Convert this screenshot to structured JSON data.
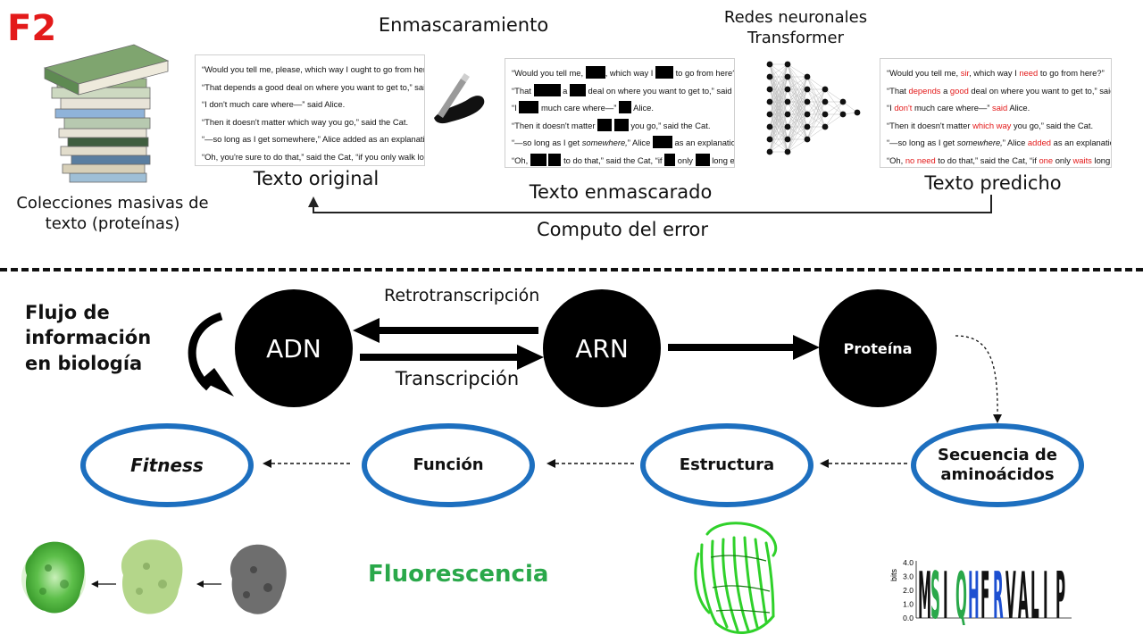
{
  "figure_label": "F2",
  "top": {
    "masking_label": "Enmascaramiento",
    "transformer_label_1": "Redes neuronales",
    "transformer_label_2": "Transformer",
    "books_caption_1": "Colecciones masivas de",
    "books_caption_2": "texto (proteínas)",
    "original_caption": "Texto original",
    "masked_caption": "Texto enmascarado",
    "predicted_caption": "Texto predicho",
    "error_caption": "Computo del error",
    "original_text": [
      "“Would you tell me, please, which way I ought to go from here?”",
      "“That depends a good deal on where you want to get to,” said the Cat.",
      "“I don't much care where—” said Alice.",
      "“Then it doesn't matter which way you go,” said the Cat.",
      "“—so long as I get somewhere,” Alice added as an explanation.",
      "“Oh, you're sure to do that,” said the Cat, “if you only walk long enough.”"
    ],
    "masked_text": {
      "l1a": "“Would you tell me,",
      "l1b": ", which way I",
      "l1c": "to go from here?”",
      "l2a": "“That",
      "l2b": "a",
      "l2c": "deal on where you want to get to,” said the Cat.",
      "l3a": "“I",
      "l3b": "much care where—”",
      "l3c": "Alice.",
      "l4a": "“Then it doesn't matter",
      "l4b": "you go,” said the Cat.",
      "l5a": "“—so long as I get",
      "l5b": "somewhere,",
      "l5c": "” Alice",
      "l5d": "as an explanation.",
      "l6a": "“Oh,",
      "l6b": "to do that,” said the Cat, “if",
      "l6c": "only",
      "l6d": "long enough.”"
    },
    "predicted_text": {
      "l1a": "“Would you tell me,",
      "l1r": "sir",
      "l1b": ", which way I",
      "l1r2": "need",
      "l1c": "to go from here?”",
      "l2a": "“That",
      "l2r": "depends",
      "l2b": "a",
      "l2r2": "good",
      "l2c": "deal on where you want to get to,” said the Cat.",
      "l3a": "“I",
      "l3r": "don't",
      "l3b": "much care where—”",
      "l3r2": "said",
      "l3c": "Alice.",
      "l4a": "“Then it doesn't matter",
      "l4r": "which way",
      "l4b": "you go,” said the Cat.",
      "l5a": "“—so long as I get",
      "l5b": "somewhere,",
      "l5c": "” Alice",
      "l5r": "added",
      "l5d": "as an explanation.",
      "l6a": "“Oh,",
      "l6r": "no need",
      "l6b": "to do that,” said the Cat, “if",
      "l6r2": "one",
      "l6c": "only",
      "l6r3": "waits",
      "l6d": "long enough.”"
    }
  },
  "bottom": {
    "flow_title": [
      "Flujo de",
      "información",
      "en biología"
    ],
    "dna": "ADN",
    "rna": "ARN",
    "protein": "Proteína",
    "reverse_transcription": "Retrotranscripción",
    "transcription": "Transcripción",
    "fitness": "Fitness",
    "function": "Función",
    "structure": "Estructura",
    "sequence_1": "Secuencia de",
    "sequence_2": "aminoácidos",
    "fluorescence": "Fluorescencia",
    "logo_axis_label": "bits",
    "logo_ticks": [
      "4.0",
      "3.0",
      "2.0",
      "1.0",
      "0.0"
    ],
    "logo_letters": [
      "M",
      "S",
      "I",
      "Q",
      "H",
      "F",
      "R",
      "V",
      "A",
      "L",
      "I",
      "P"
    ]
  },
  "colors": {
    "figure_label": "#e31a1a",
    "ellipse_border": "#1d6fbf",
    "fluorescence": "#2aa84a",
    "mask": "#000000",
    "highlight": "#e31a1a"
  }
}
